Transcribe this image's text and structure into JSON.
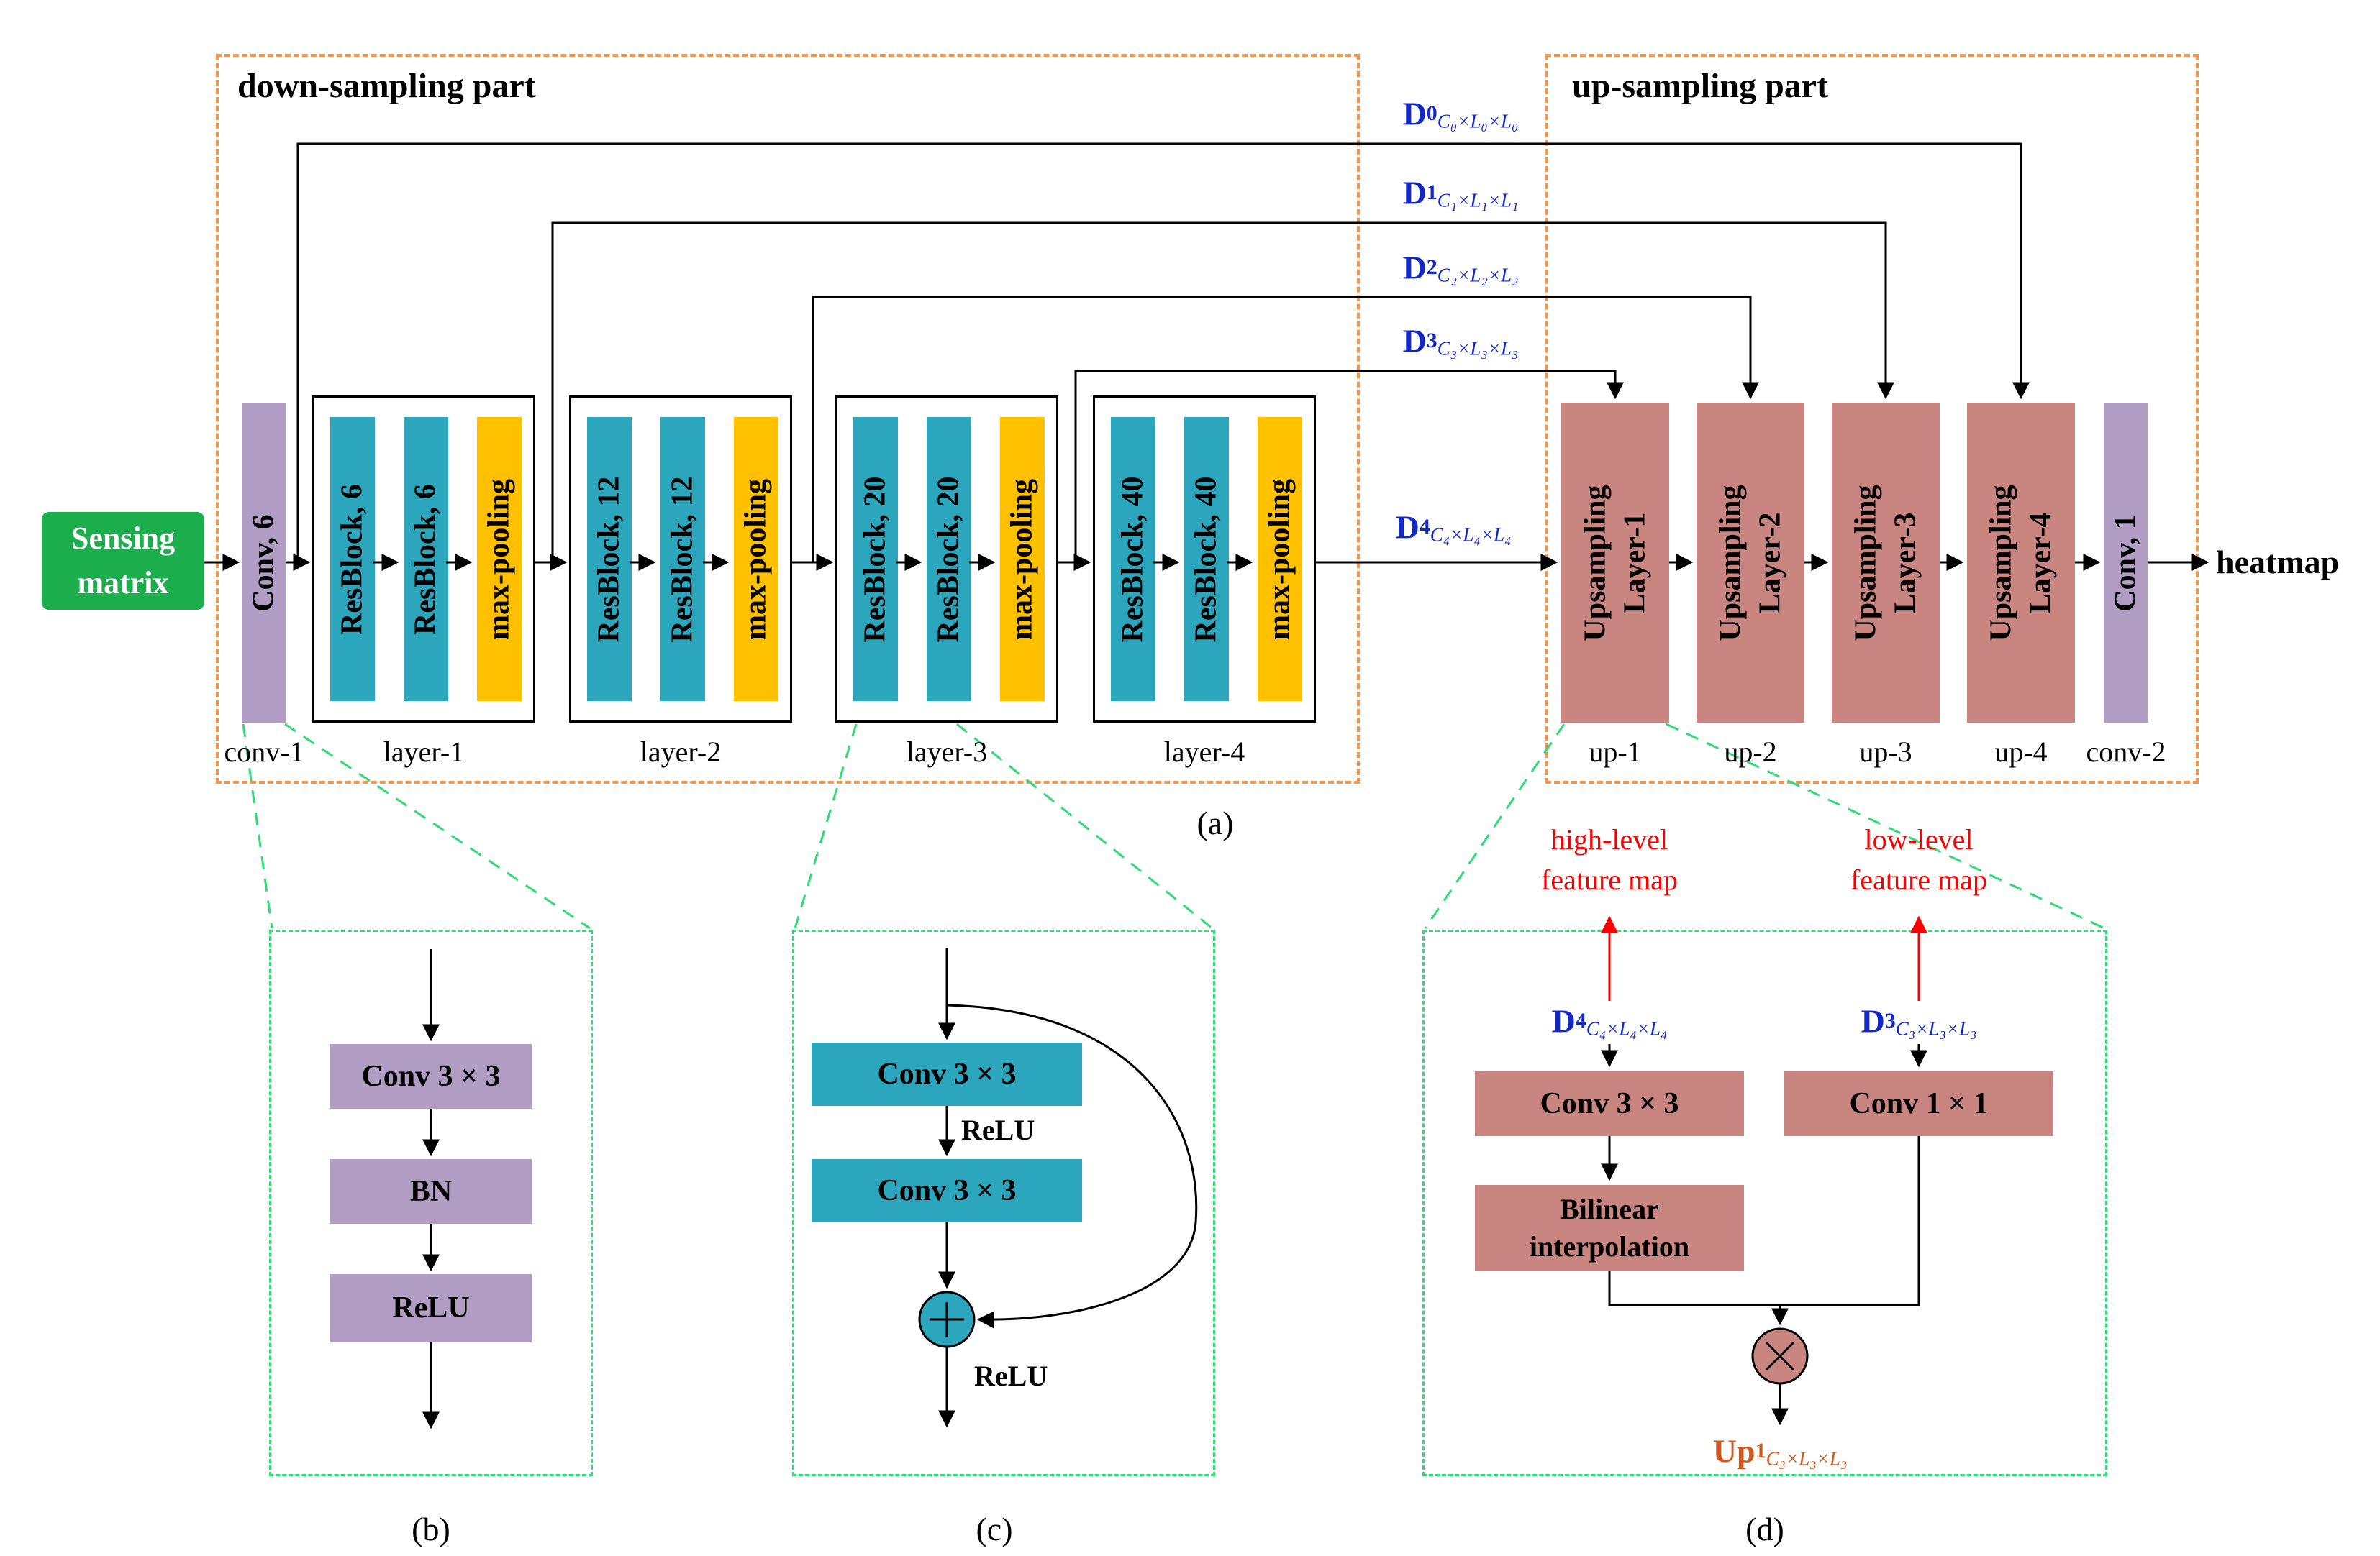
{
  "colors": {
    "green": "#1cad4c",
    "purple": "#b19cc3",
    "teal": "#2ca6bc",
    "yellow": "#ffc000",
    "rose": "#c9857f",
    "orange-dash": "#f0964f",
    "green-dash": "#2fdc76",
    "blue": "#1228c8",
    "red": "#fa0000",
    "up-orange": "#d2571c"
  },
  "main": {
    "down_title": "down-sampling part",
    "up_title": "up-sampling part",
    "input": {
      "line1": "Sensing",
      "line2": "matrix"
    },
    "conv1": {
      "label": "Conv, 6",
      "caption": "conv-1"
    },
    "layers": [
      {
        "caption": "layer-1",
        "block1": "ResBlock, 6",
        "block2": "ResBlock, 6",
        "pool": "max-pooling"
      },
      {
        "caption": "layer-2",
        "block1": "ResBlock, 12",
        "block2": "ResBlock, 12",
        "pool": "max-pooling"
      },
      {
        "caption": "layer-3",
        "block1": "ResBlock, 20",
        "block2": "ResBlock, 20",
        "pool": "max-pooling"
      },
      {
        "caption": "layer-4",
        "block1": "ResBlock, 40",
        "block2": "ResBlock, 40",
        "pool": "max-pooling"
      }
    ],
    "skips": [
      {
        "base": "D",
        "sup": "0",
        "dims": "C₀×L₀×L₀"
      },
      {
        "base": "D",
        "sup": "1",
        "dims": "C₁×L₁×L₁"
      },
      {
        "base": "D",
        "sup": "2",
        "dims": "C₂×L₂×L₂"
      },
      {
        "base": "D",
        "sup": "3",
        "dims": "C₃×L₃×L₃"
      },
      {
        "base": "D",
        "sup": "4",
        "dims": "C₄×L₄×L₄"
      }
    ],
    "up_layers": [
      {
        "line1": "Upsampling",
        "line2": "Layer-1",
        "caption": "up-1"
      },
      {
        "line1": "Upsampling",
        "line2": "Layer-2",
        "caption": "up-2"
      },
      {
        "line1": "Upsampling",
        "line2": "Layer-3",
        "caption": "up-3"
      },
      {
        "line1": "Upsampling",
        "line2": "Layer-4",
        "caption": "up-4"
      }
    ],
    "conv2": {
      "label": "Conv, 1",
      "caption": "conv-2"
    },
    "output": "heatmap",
    "caption": "(a)"
  },
  "detail_b": {
    "conv": "Conv 3 × 3",
    "bn": "BN",
    "relu": "ReLU",
    "caption": "(b)"
  },
  "detail_c": {
    "conv1": "Conv 3 × 3",
    "relu1": "ReLU",
    "conv2": "Conv 3 × 3",
    "relu2": "ReLU",
    "caption": "(c)"
  },
  "detail_d": {
    "high_label": {
      "line1": "high-level",
      "line2": "feature map"
    },
    "low_label": {
      "line1": "low-level",
      "line2": "feature map"
    },
    "d4": {
      "base": "D",
      "sup": "4",
      "dims": "C₄×L₄×L₄"
    },
    "d3": {
      "base": "D",
      "sup": "3",
      "dims": "C₃×L₃×L₃"
    },
    "conv33": "Conv 3 × 3",
    "conv11": "Conv 1 × 1",
    "bilinear": {
      "line1": "Bilinear",
      "line2": "interpolation"
    },
    "up1": {
      "base": "Up",
      "sup": "1",
      "dims": "C₃×L₃×L₃"
    },
    "caption": "(d)"
  }
}
